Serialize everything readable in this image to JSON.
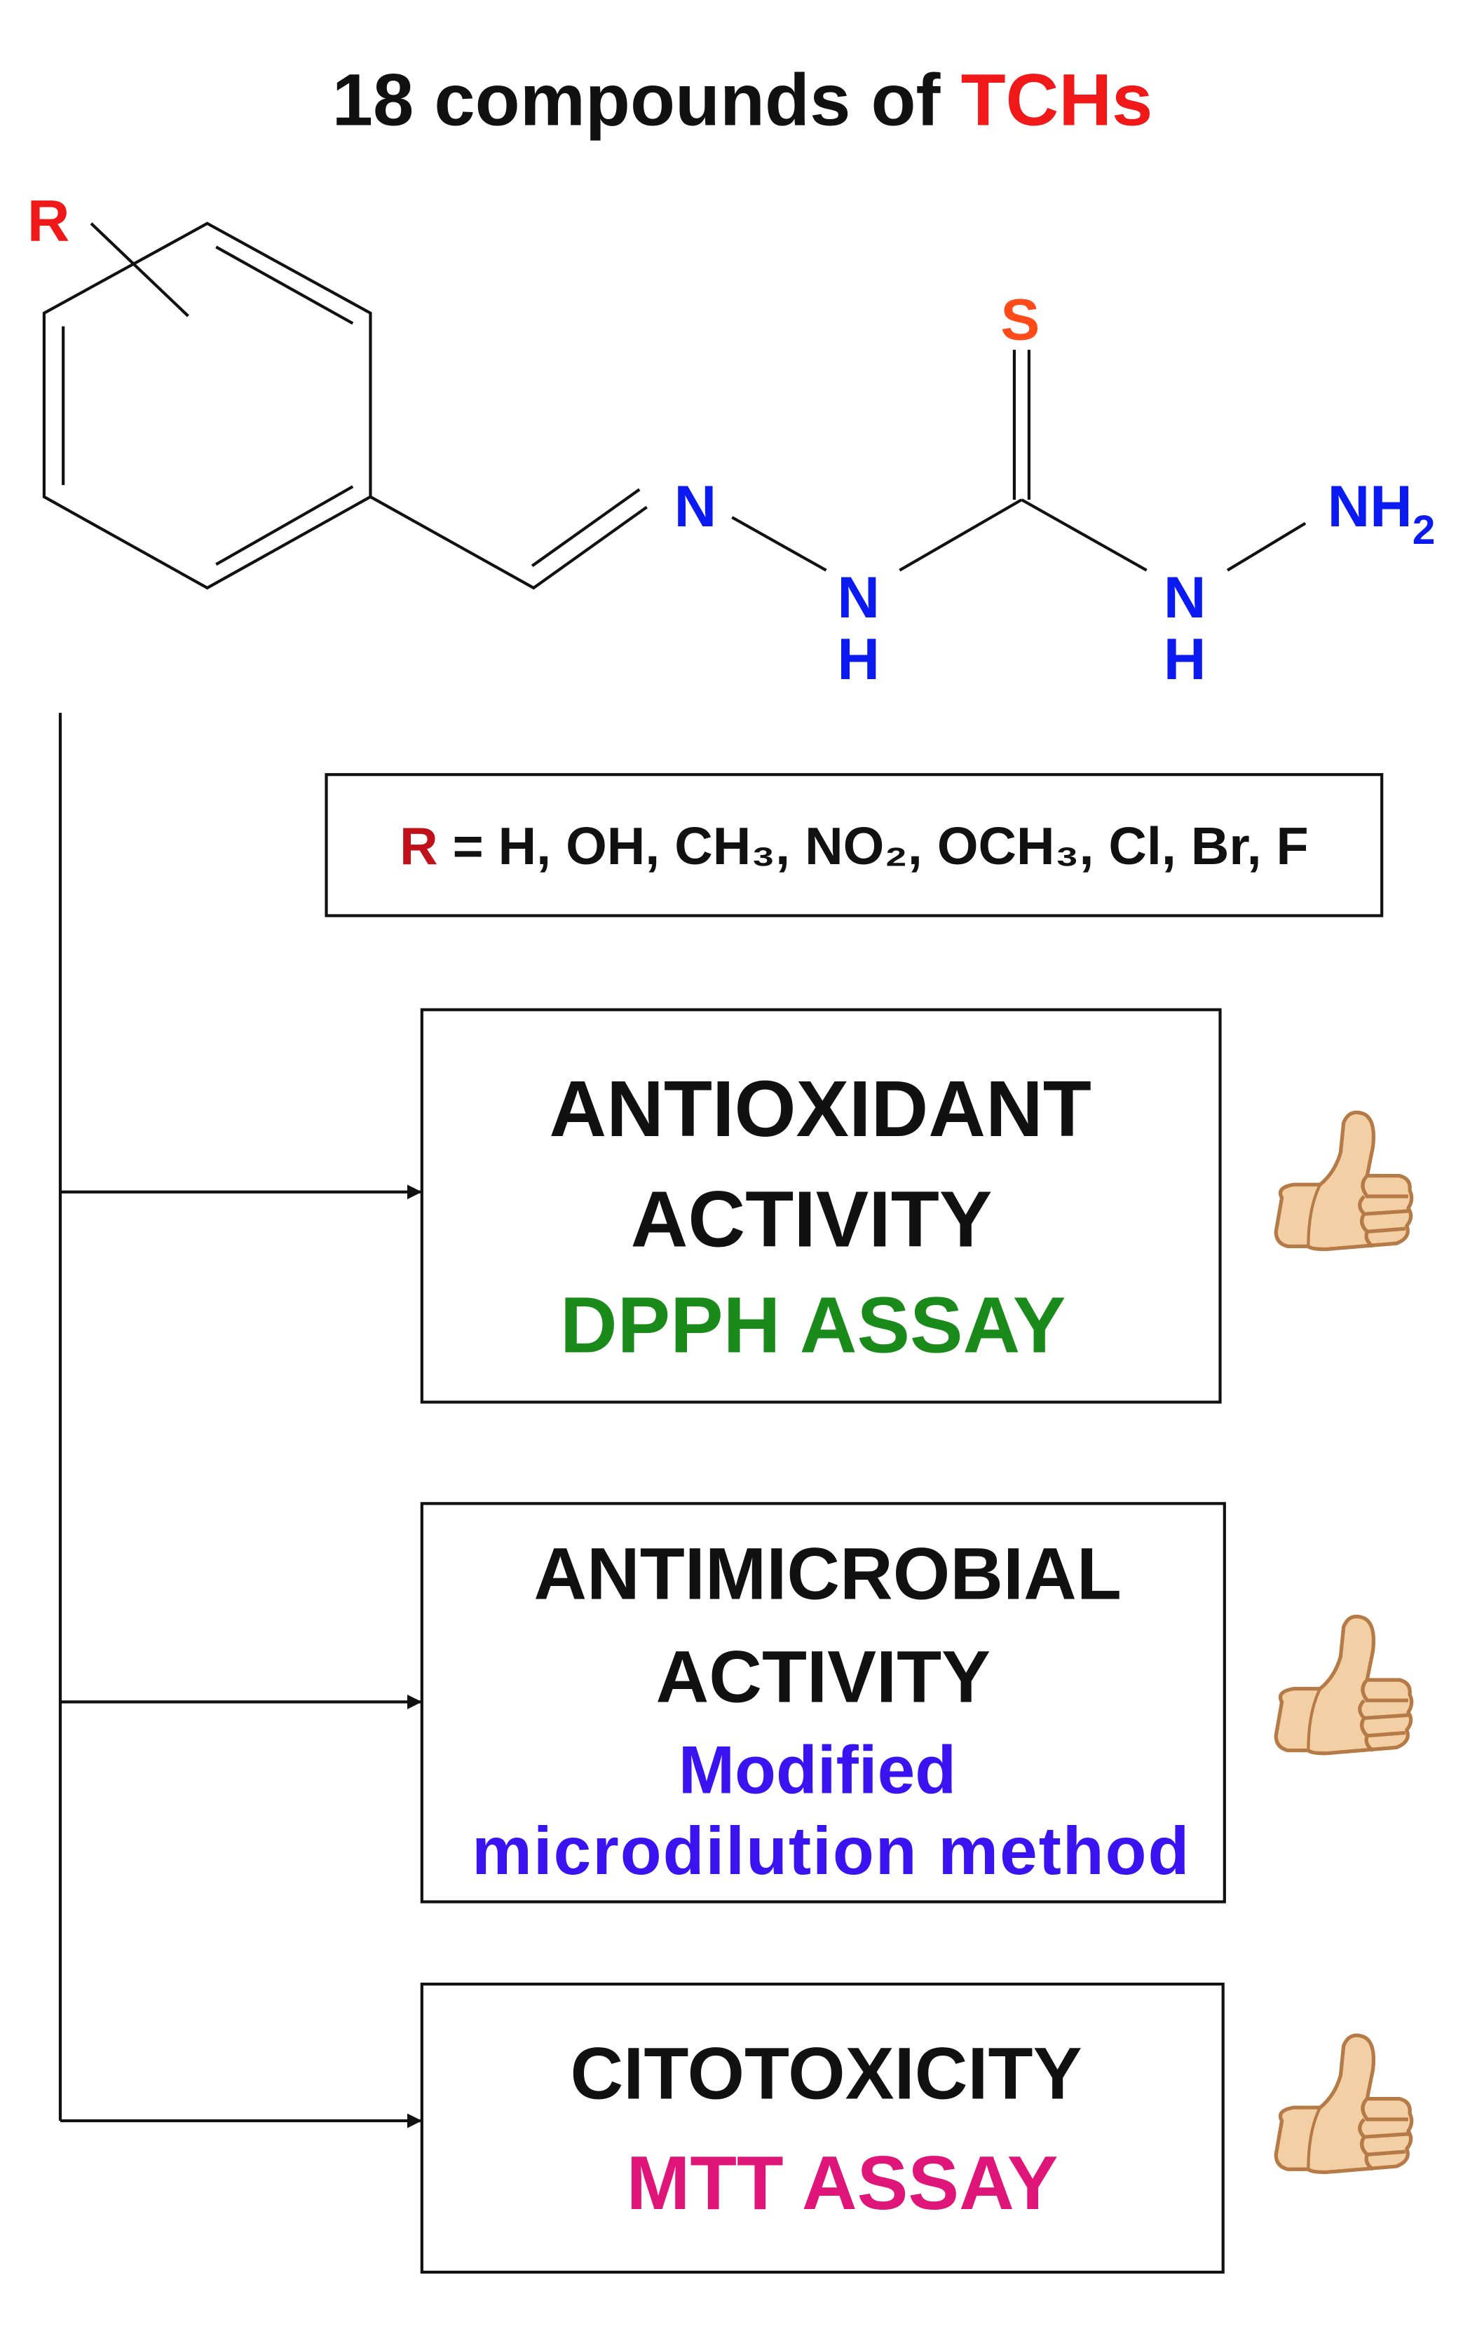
{
  "title": {
    "prefix": "18 compounds of ",
    "highlight": "TCHs"
  },
  "molecule": {
    "substituent": "R",
    "sulfur": "S",
    "imine_n": "N",
    "nh1_n": "N",
    "nh1_h": "H",
    "nh2_n": "N",
    "nh2_h": "H",
    "amine": "NH",
    "amine_sub": "2"
  },
  "substituents": {
    "label": "R",
    "text": " = H, OH, CH₃, NO₂, OCH₃, Cl, Br, F"
  },
  "activities": [
    {
      "lines": [
        "ANTIOXIDANT",
        "ACTIVITY"
      ],
      "method": [
        "DPPH ASSAY"
      ],
      "result_icon": "thumbs-up-icon"
    },
    {
      "lines": [
        "ANTIMICROBIAL",
        "ACTIVITY"
      ],
      "method": [
        "Modified",
        "microdilution method"
      ],
      "result_icon": "thumbs-up-icon"
    },
    {
      "lines": [
        "CITOTOXICITY"
      ],
      "method": [
        "MTT ASSAY"
      ],
      "result_icon": "thumbs-up-icon"
    }
  ],
  "colors": {
    "red": "#f01818",
    "r_box": "#c0101a",
    "sulfur": "#ff4a1a",
    "nitrogen": "#0a1af0",
    "dpph": "#1a8a1a",
    "microdilution": "#3a14f0",
    "mtt": "#e0157a"
  }
}
